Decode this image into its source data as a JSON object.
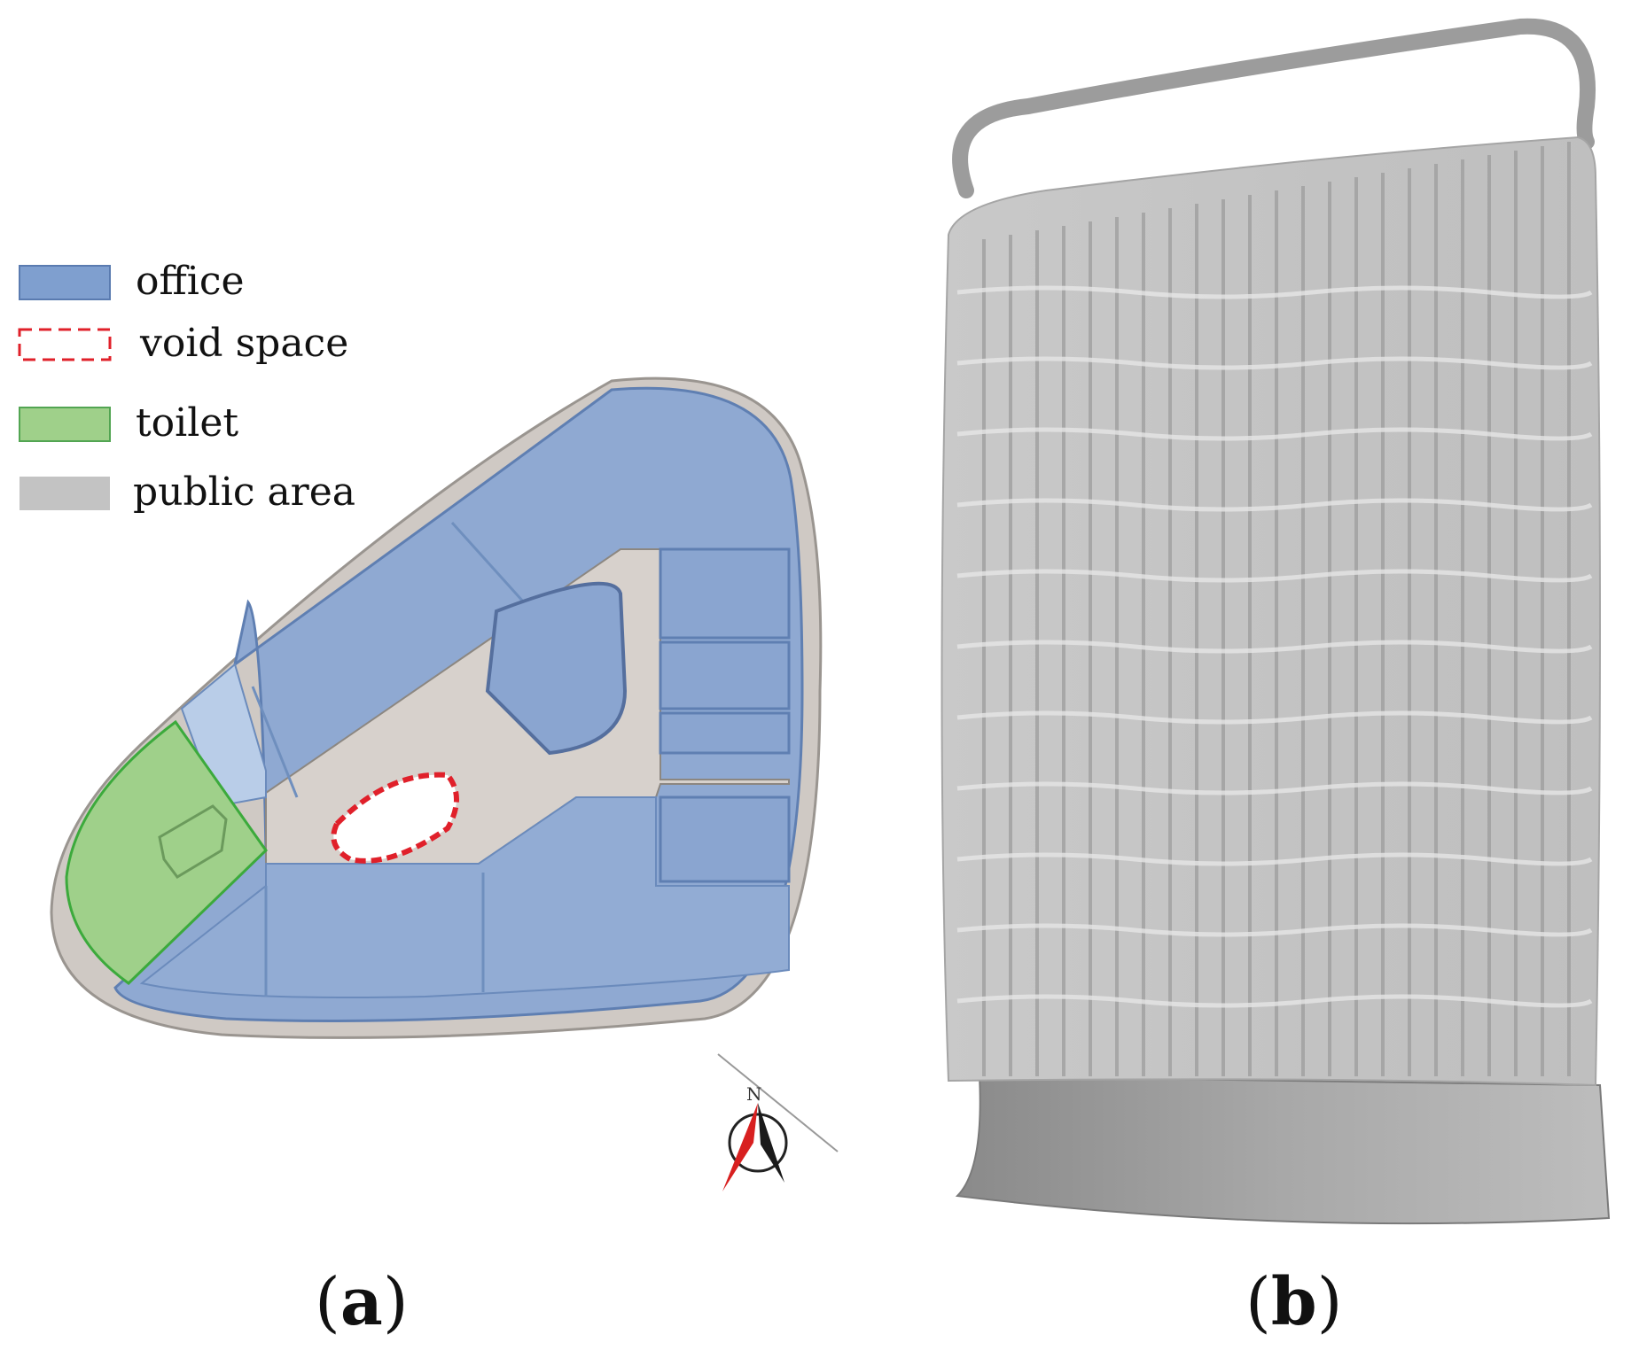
{
  "legend": {
    "items": [
      {
        "label": "office",
        "color": "#7f9fcf",
        "style": "filled"
      },
      {
        "label": "void space",
        "color": "#e0202a",
        "style": "dashed-outline"
      },
      {
        "label": "toilet",
        "color": "#9fd08a",
        "style": "filled"
      },
      {
        "label": "public area",
        "color": "#c3c3c3",
        "style": "filled"
      }
    ]
  },
  "compass": {
    "label": "N"
  },
  "captions": {
    "a": {
      "open": "(",
      "letter": "a",
      "close": ")"
    },
    "b": {
      "open": "(",
      "letter": "b",
      "close": ")"
    }
  },
  "colors": {
    "office": "#8fa9d2",
    "office_dark": "#6f8fbe",
    "toilet": "#9fd08a",
    "toilet_edge": "#3caa3c",
    "public": "#cfcac6",
    "void": "#e0202a",
    "facade": "#c6c6c6",
    "facade_dark": "#9a9a9a"
  }
}
